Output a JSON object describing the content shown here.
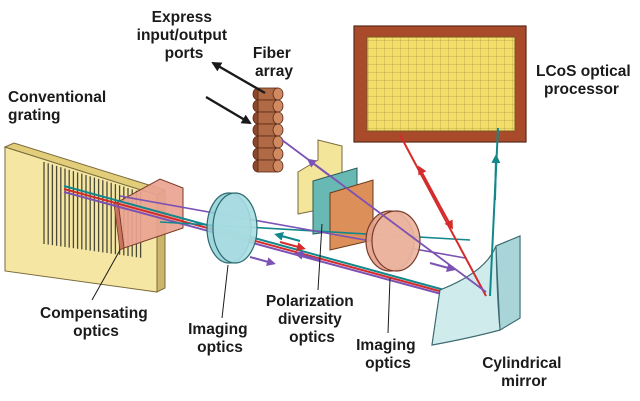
{
  "labels": {
    "express_ports": [
      "Express",
      "input/output",
      "ports"
    ],
    "fiber_array": [
      "Fiber",
      "array"
    ],
    "lcos": [
      "LCoS optical",
      "processor"
    ],
    "grating": [
      "Conventional",
      "grating"
    ],
    "compensating": [
      "Compensating",
      "optics"
    ],
    "imaging_left": [
      "Imaging",
      "optics"
    ],
    "polarization": [
      "Polarization",
      "diversity",
      "optics"
    ],
    "imaging_right": [
      "Imaging",
      "optics"
    ],
    "cylindrical": [
      "Cylindrical",
      "mirror"
    ]
  },
  "colors": {
    "grating_face": "#f5e6a3",
    "grating_side": "#e2cd7a",
    "grating_lines": "#4a4a38",
    "compensating": "#e9a391",
    "lens_left": "#8fd0d6",
    "lens_right": "#e2a088",
    "pol_yellow": "#f3e59a",
    "pol_teal": "#68b8b4",
    "pol_orange": "#dd8f5a",
    "fiber": "#b06a45",
    "lcos_frame": "#a94a2a",
    "lcos_inner": "#f3de6a",
    "mirror": "#c3e3e5",
    "beam_red": "#d42b2b",
    "beam_teal": "#13888c",
    "beam_purple": "#7c52b4",
    "arrow_black": "#1a1a1a"
  }
}
